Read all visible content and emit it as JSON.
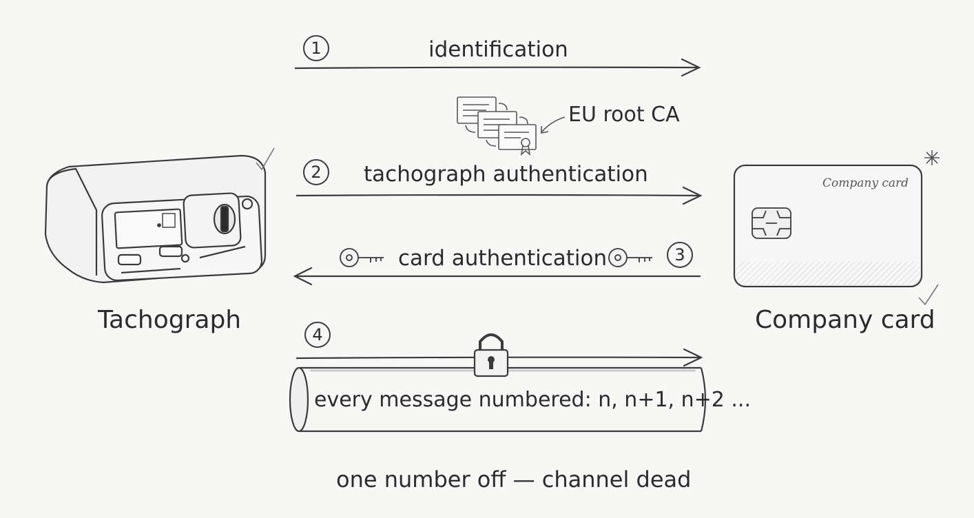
{
  "steps": [
    {
      "number": "1",
      "label": "identification"
    },
    {
      "number": "2",
      "label": "tachograph authentication"
    },
    {
      "number": "3",
      "label": "card authentication"
    },
    {
      "number": "4",
      "label": "every message numbered: n, n+1, n+2 ..."
    }
  ],
  "ca_label": "EU root CA",
  "nodes": {
    "left": "Tachograph",
    "right": "Company card",
    "card_print": "Company card"
  },
  "footer": "one number off — channel dead",
  "colors": {
    "ink": "#2b2b2b",
    "paper": "#f7f7f6"
  }
}
